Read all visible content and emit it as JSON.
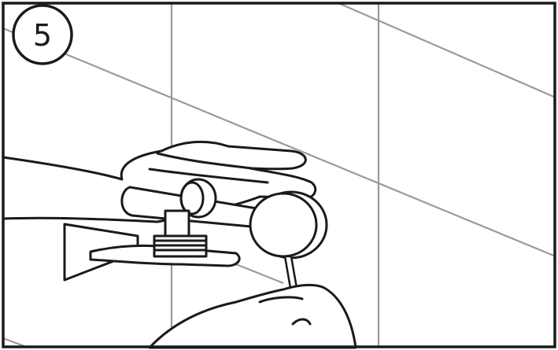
{
  "step": {
    "number": "5"
  },
  "colors": {
    "line": "#1a1a1a",
    "tile_grout": "#9a9a9a",
    "background": "#ffffff"
  },
  "icons": {
    "step_badge": "circled-number",
    "scene": "installing-bracket-with-hex-key"
  }
}
